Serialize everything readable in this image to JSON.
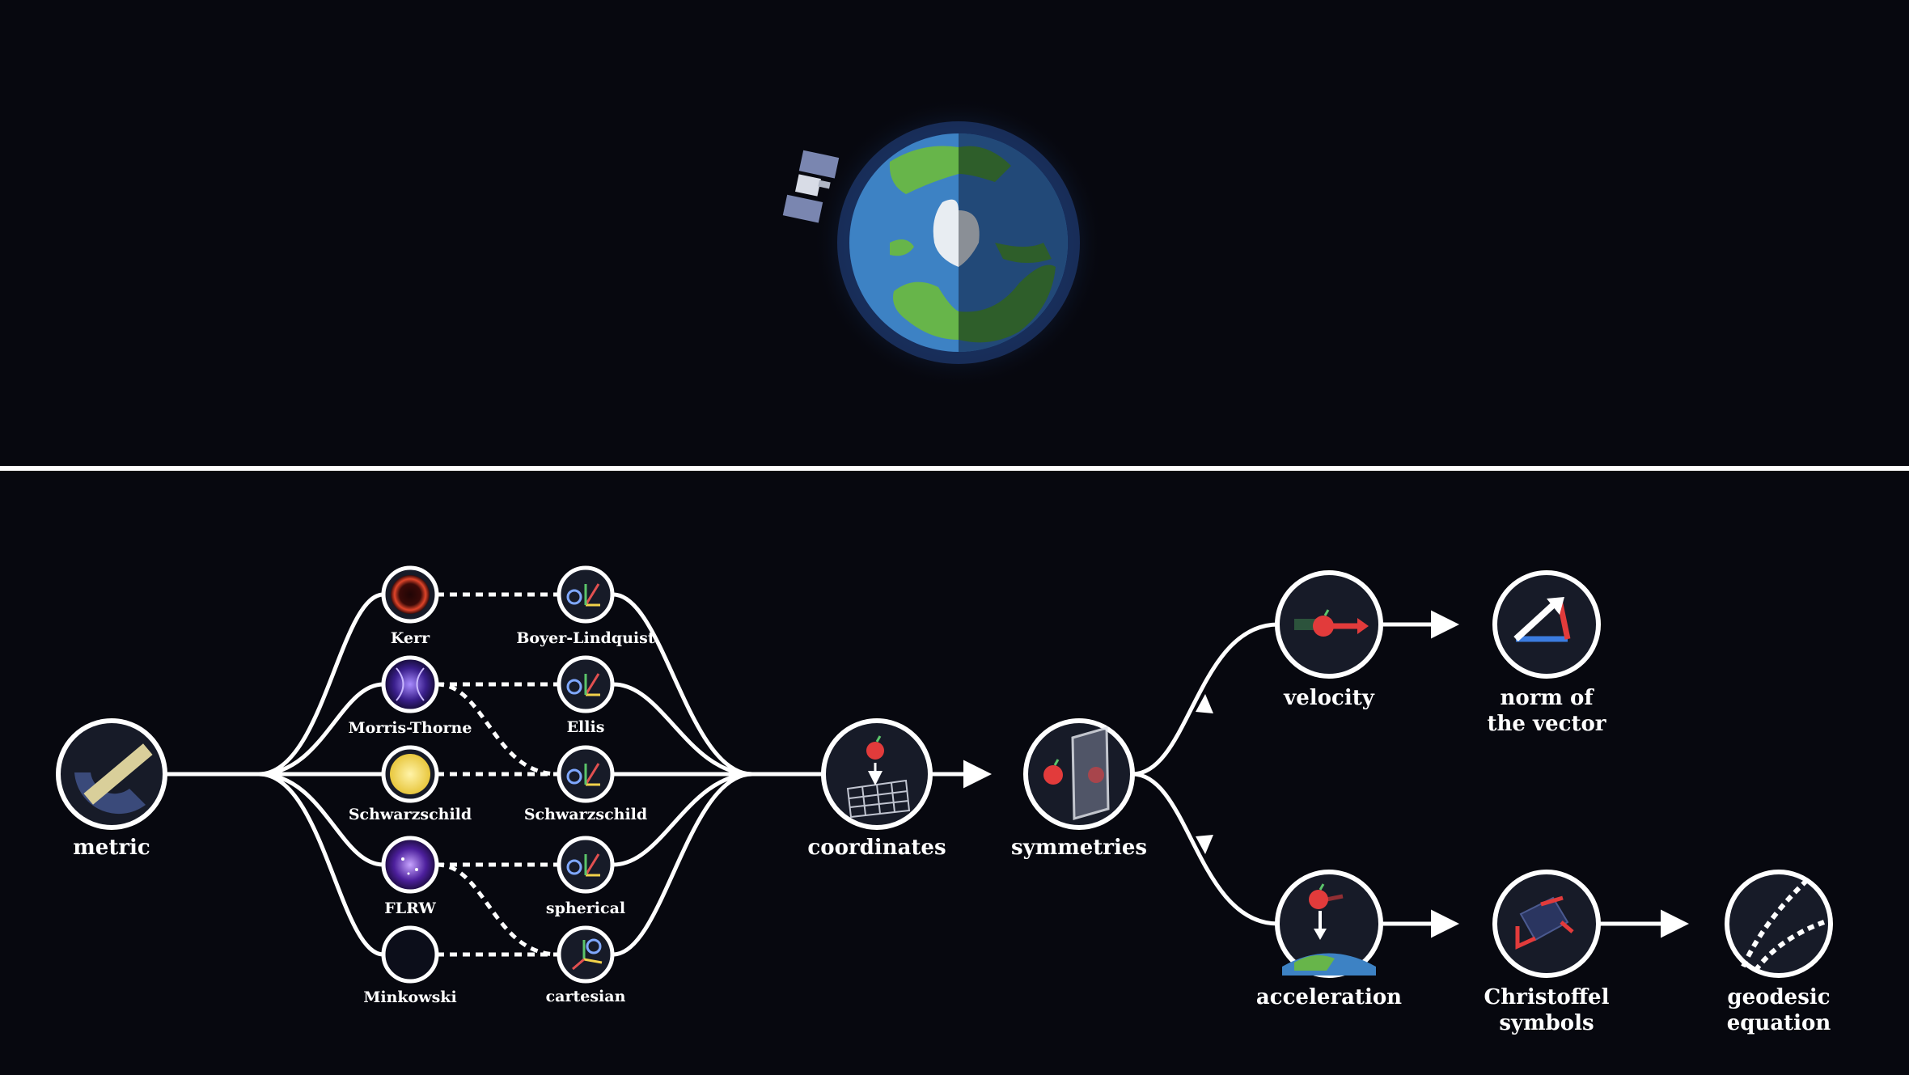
{
  "scene": {
    "planet": "earth",
    "satellite": "satellite",
    "divider": "horizontal-divider"
  },
  "nodes": {
    "metric": "metric",
    "kerr": "Kerr",
    "morris_thorne": "Morris-Thorne",
    "schwarzschild_solution": "Schwarzschild",
    "flrw": "FLRW",
    "minkowski": "Minkowski",
    "boyer_lindquist": "Boyer-Lindquist",
    "ellis": "Ellis",
    "schwarzschild_coords": "Schwarzschild",
    "spherical": "spherical",
    "cartesian": "cartesian",
    "coordinates": "coordinates",
    "symmetries": "symmetries",
    "velocity": "velocity",
    "norm_line1": "norm of",
    "norm_line2": "the vector",
    "acceleration": "acceleration",
    "christoffel_line1": "Christoffel",
    "christoffel_line2": "symbols",
    "geodesic_line1": "geodesic",
    "geodesic_line2": "equation"
  },
  "colors": {
    "background": "#07080f",
    "line": "#ffffff",
    "node_fill": "#171b28",
    "kerr_ring": "#e0452a",
    "wormhole": "#6b3fd8",
    "star": "#f7de6a",
    "galaxy": "#7a3ed0",
    "apple": "#e23b3b",
    "vector_blue": "#3b7ce0",
    "earth_ocean": "#3d82c4",
    "earth_land": "#67b54a"
  }
}
